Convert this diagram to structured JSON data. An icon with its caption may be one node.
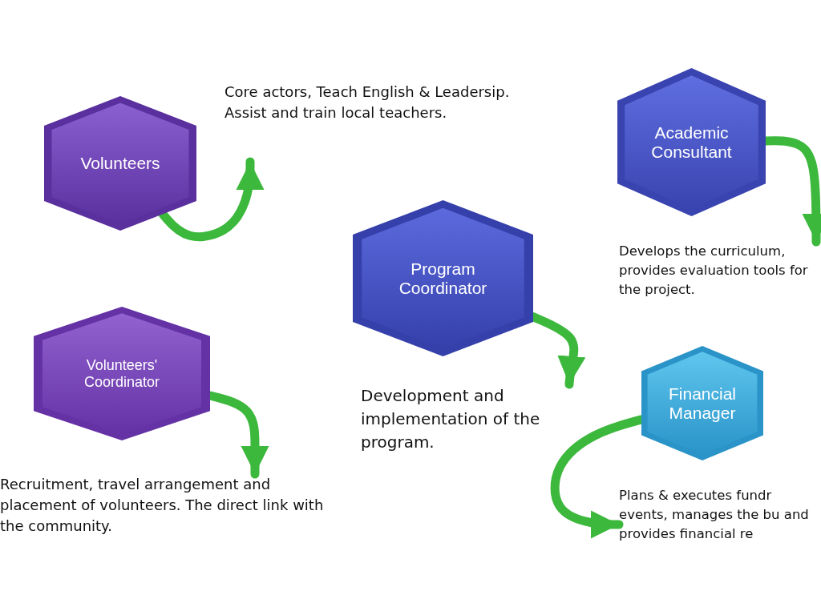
{
  "diagram": {
    "nodes": [
      {
        "text": [
          "Volunteers"
        ]
      },
      {
        "text": [
          "Core actors, Teach English & Leadersip. Assist and train local teachers."
        ]
      },
      {
        "text": [
          "Academic Consultant"
        ]
      },
      {
        "text": [
          "Develops the curriculum, provides evaluation tools for the project."
        ]
      },
      {
        "text": [
          "Program Coordinator"
        ]
      },
      {
        "text": [
          "Development and implementation of the program."
        ]
      },
      {
        "text": [
          "Volunteers' Coordinator"
        ]
      },
      {
        "text": [
          "Recruitment, travel arrangement and placement of volunteers. The direct link with the community."
        ]
      },
      {
        "text": [
          "Financial Manager"
        ]
      },
      {
        "text": [
          "Plans & executes fundr events, manages the bu and provides financial re"
        ]
      }
    ],
    "edges": [
      {
        "from": 0,
        "to": 1,
        "arrow": "to"
      },
      {
        "from": 2,
        "to": 3,
        "arrow": "to"
      },
      {
        "from": 4,
        "to": 5,
        "arrow": "to"
      },
      {
        "from": 6,
        "to": 7,
        "arrow": "to"
      },
      {
        "from": 8,
        "to": 9,
        "arrow": "to"
      }
    ]
  }
}
